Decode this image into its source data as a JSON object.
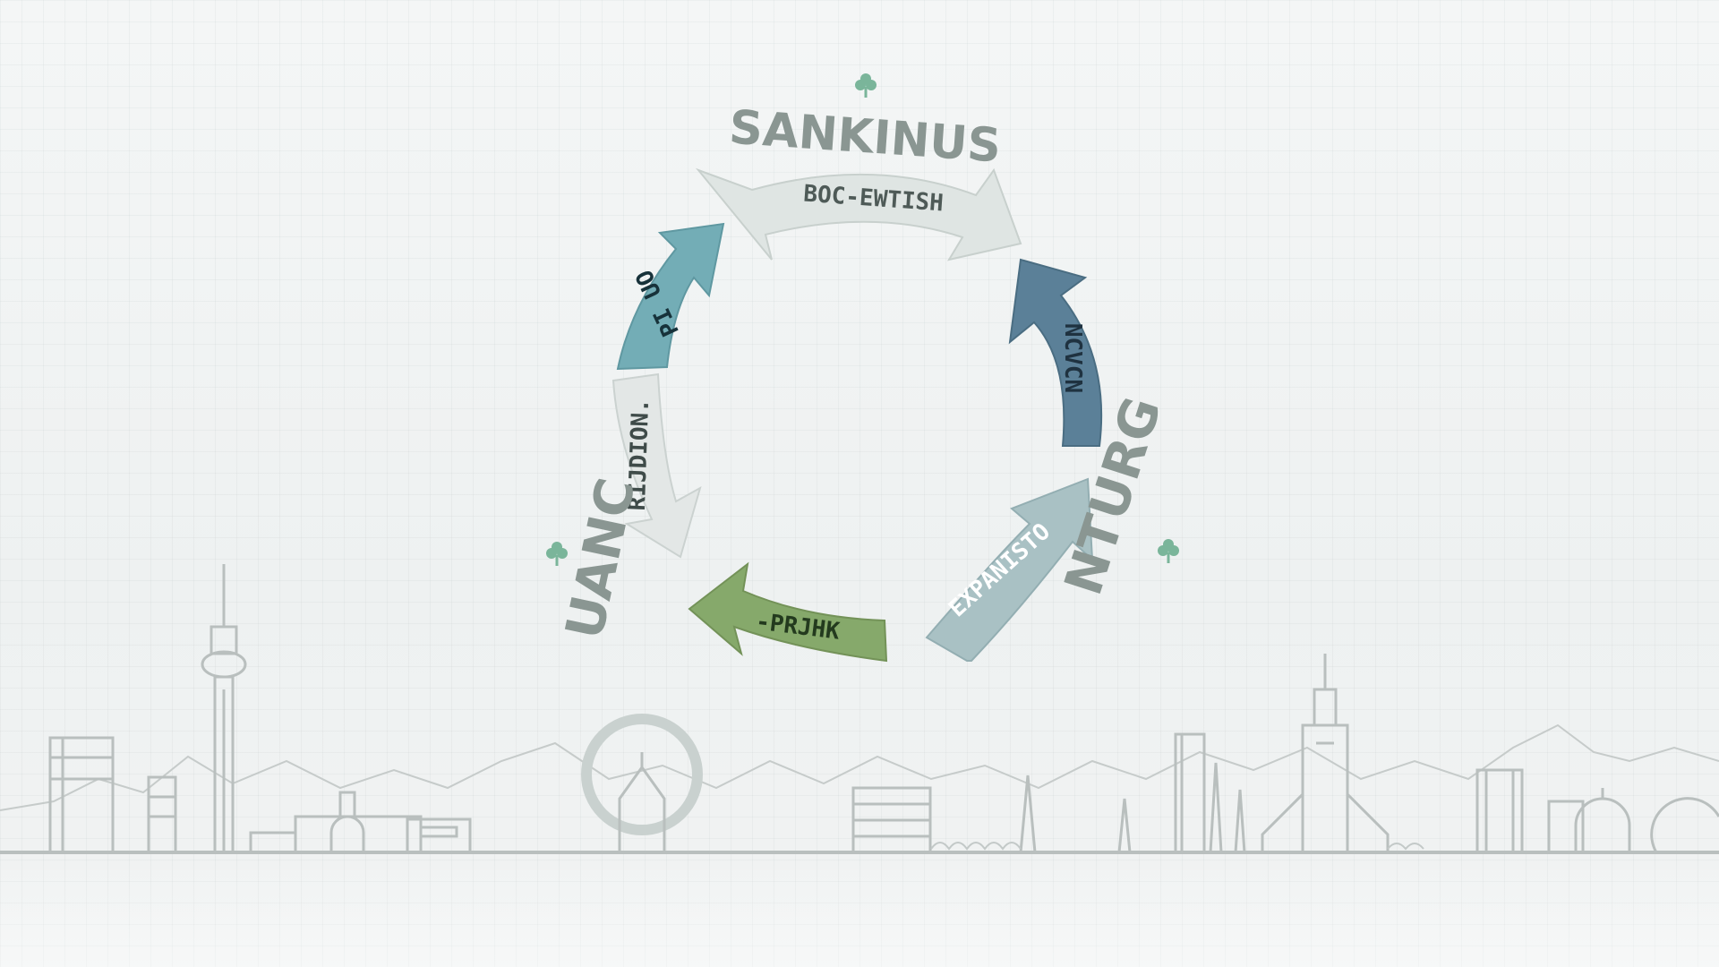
{
  "diagram": {
    "title": "SANKINUS",
    "left_word": "UANC",
    "right_word": "NTURG",
    "colors": {
      "arrow_top": "#dfe5e3",
      "arrow_right": "#5b8098",
      "arrow_lower_right": "#a9c1c4",
      "arrow_bottom": "#86a96b",
      "arrow_left_lower": "#e3e7e6",
      "arrow_left_upper": "#73adb6",
      "clover": "#7ab59a",
      "skyline": "#b9bfbe"
    },
    "arrows": [
      {
        "id": "top",
        "label": "BOC-EWTISH"
      },
      {
        "id": "right",
        "label": "NCVCN"
      },
      {
        "id": "lower_right",
        "label": "EXPANISTO"
      },
      {
        "id": "bottom",
        "label": "-PRJHK"
      },
      {
        "id": "left_lower",
        "label": "RIJDION."
      },
      {
        "id": "left_upper",
        "label": "PI UO"
      }
    ],
    "icons": [
      "clover-icon-top",
      "clover-icon-left",
      "clover-icon-right"
    ]
  }
}
